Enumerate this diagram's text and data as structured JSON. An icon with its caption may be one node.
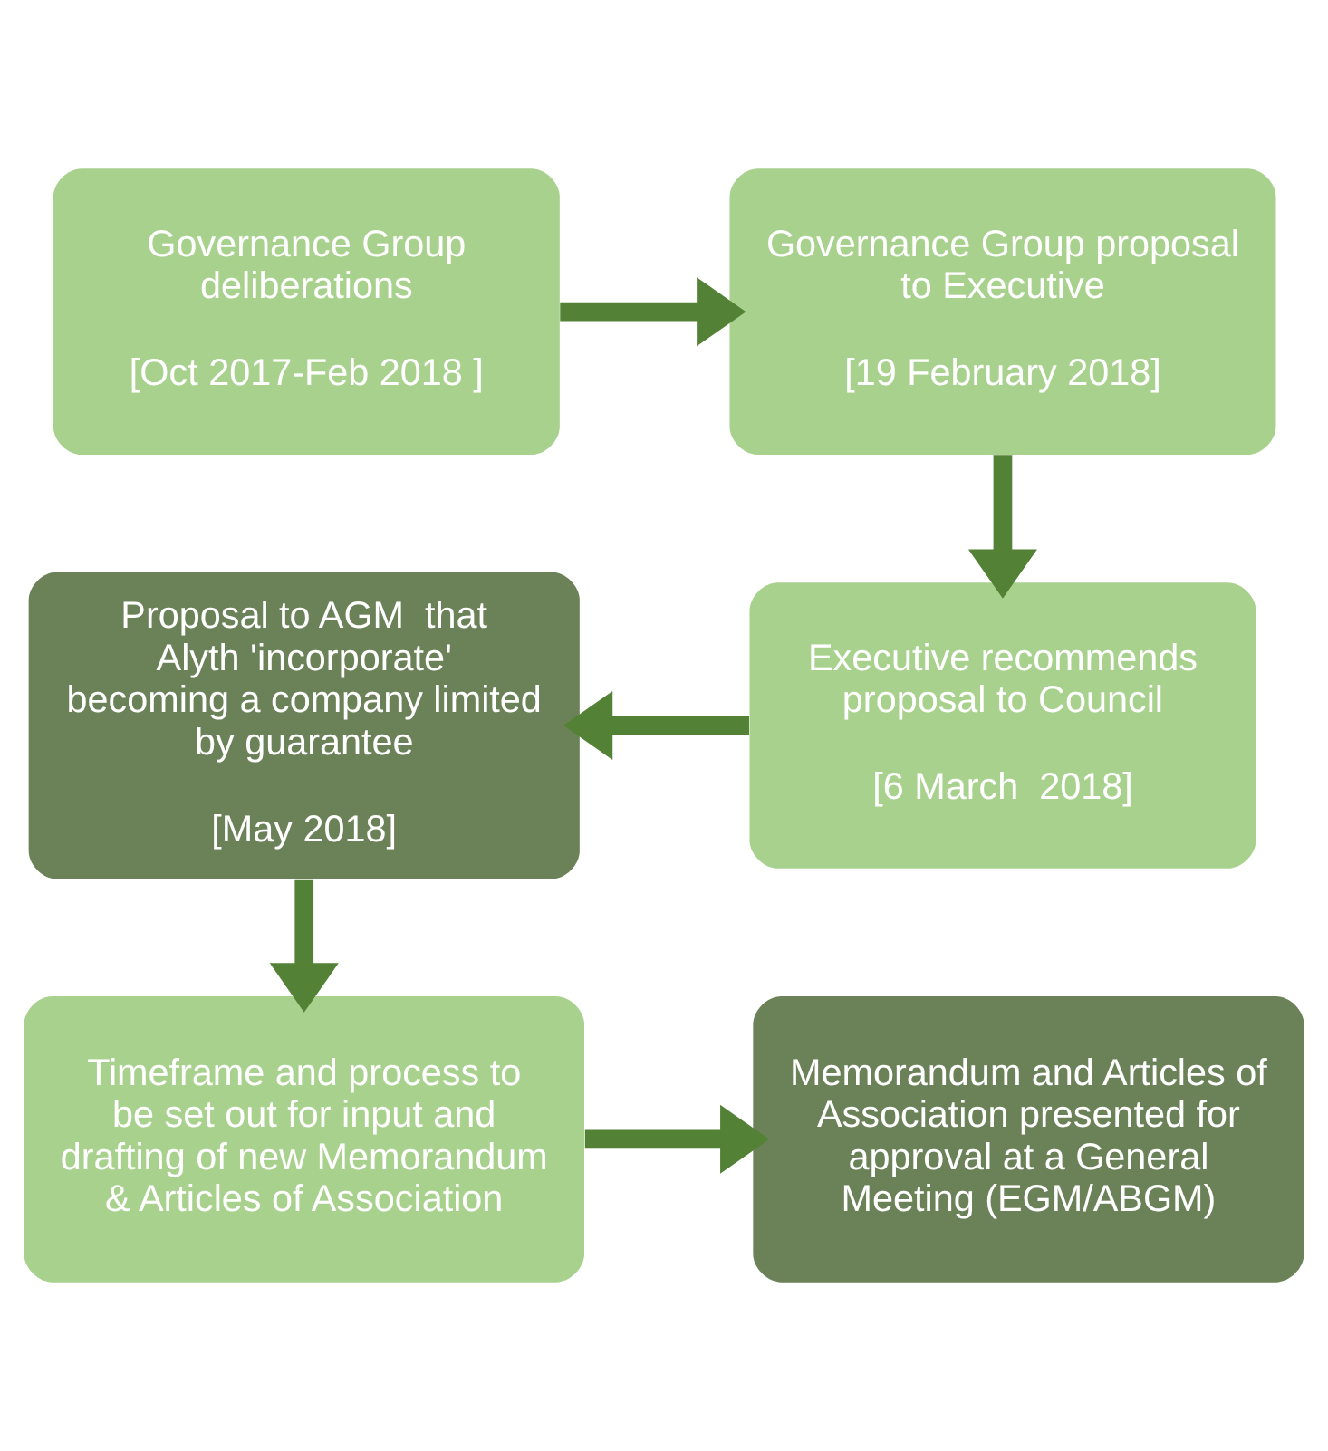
{
  "diagram": {
    "nodes": [
      {
        "text": [
          "Governance Group deliberations",
          "[Oct 2017-Feb 2018 ]"
        ]
      },
      {
        "text": [
          "Governance Group proposal to Executive",
          "[19 February 2018]"
        ]
      },
      {
        "text": [
          "Executive recommends proposal to Council",
          "[6 March  2018]"
        ]
      },
      {
        "text": [
          "Proposal to AGM  that Alyth 'incorporate' becoming a company limited by guarantee",
          "[May 2018]"
        ]
      },
      {
        "text": [
          "Timeframe and process to be set out for input and drafting of new Memorandum & Articles of Association"
        ]
      },
      {
        "text": [
          "Memorandum and Articles of Association presented for approval at a General Meeting (EGM/ABGM)"
        ]
      }
    ],
    "edges": [
      {
        "from": 0,
        "to": 1,
        "arrow": "to"
      },
      {
        "from": 1,
        "to": 2,
        "arrow": "to"
      },
      {
        "from": 2,
        "to": 3,
        "arrow": "to"
      },
      {
        "from": 3,
        "to": 4,
        "arrow": "to"
      },
      {
        "from": 4,
        "to": 5,
        "arrow": "to"
      }
    ]
  }
}
